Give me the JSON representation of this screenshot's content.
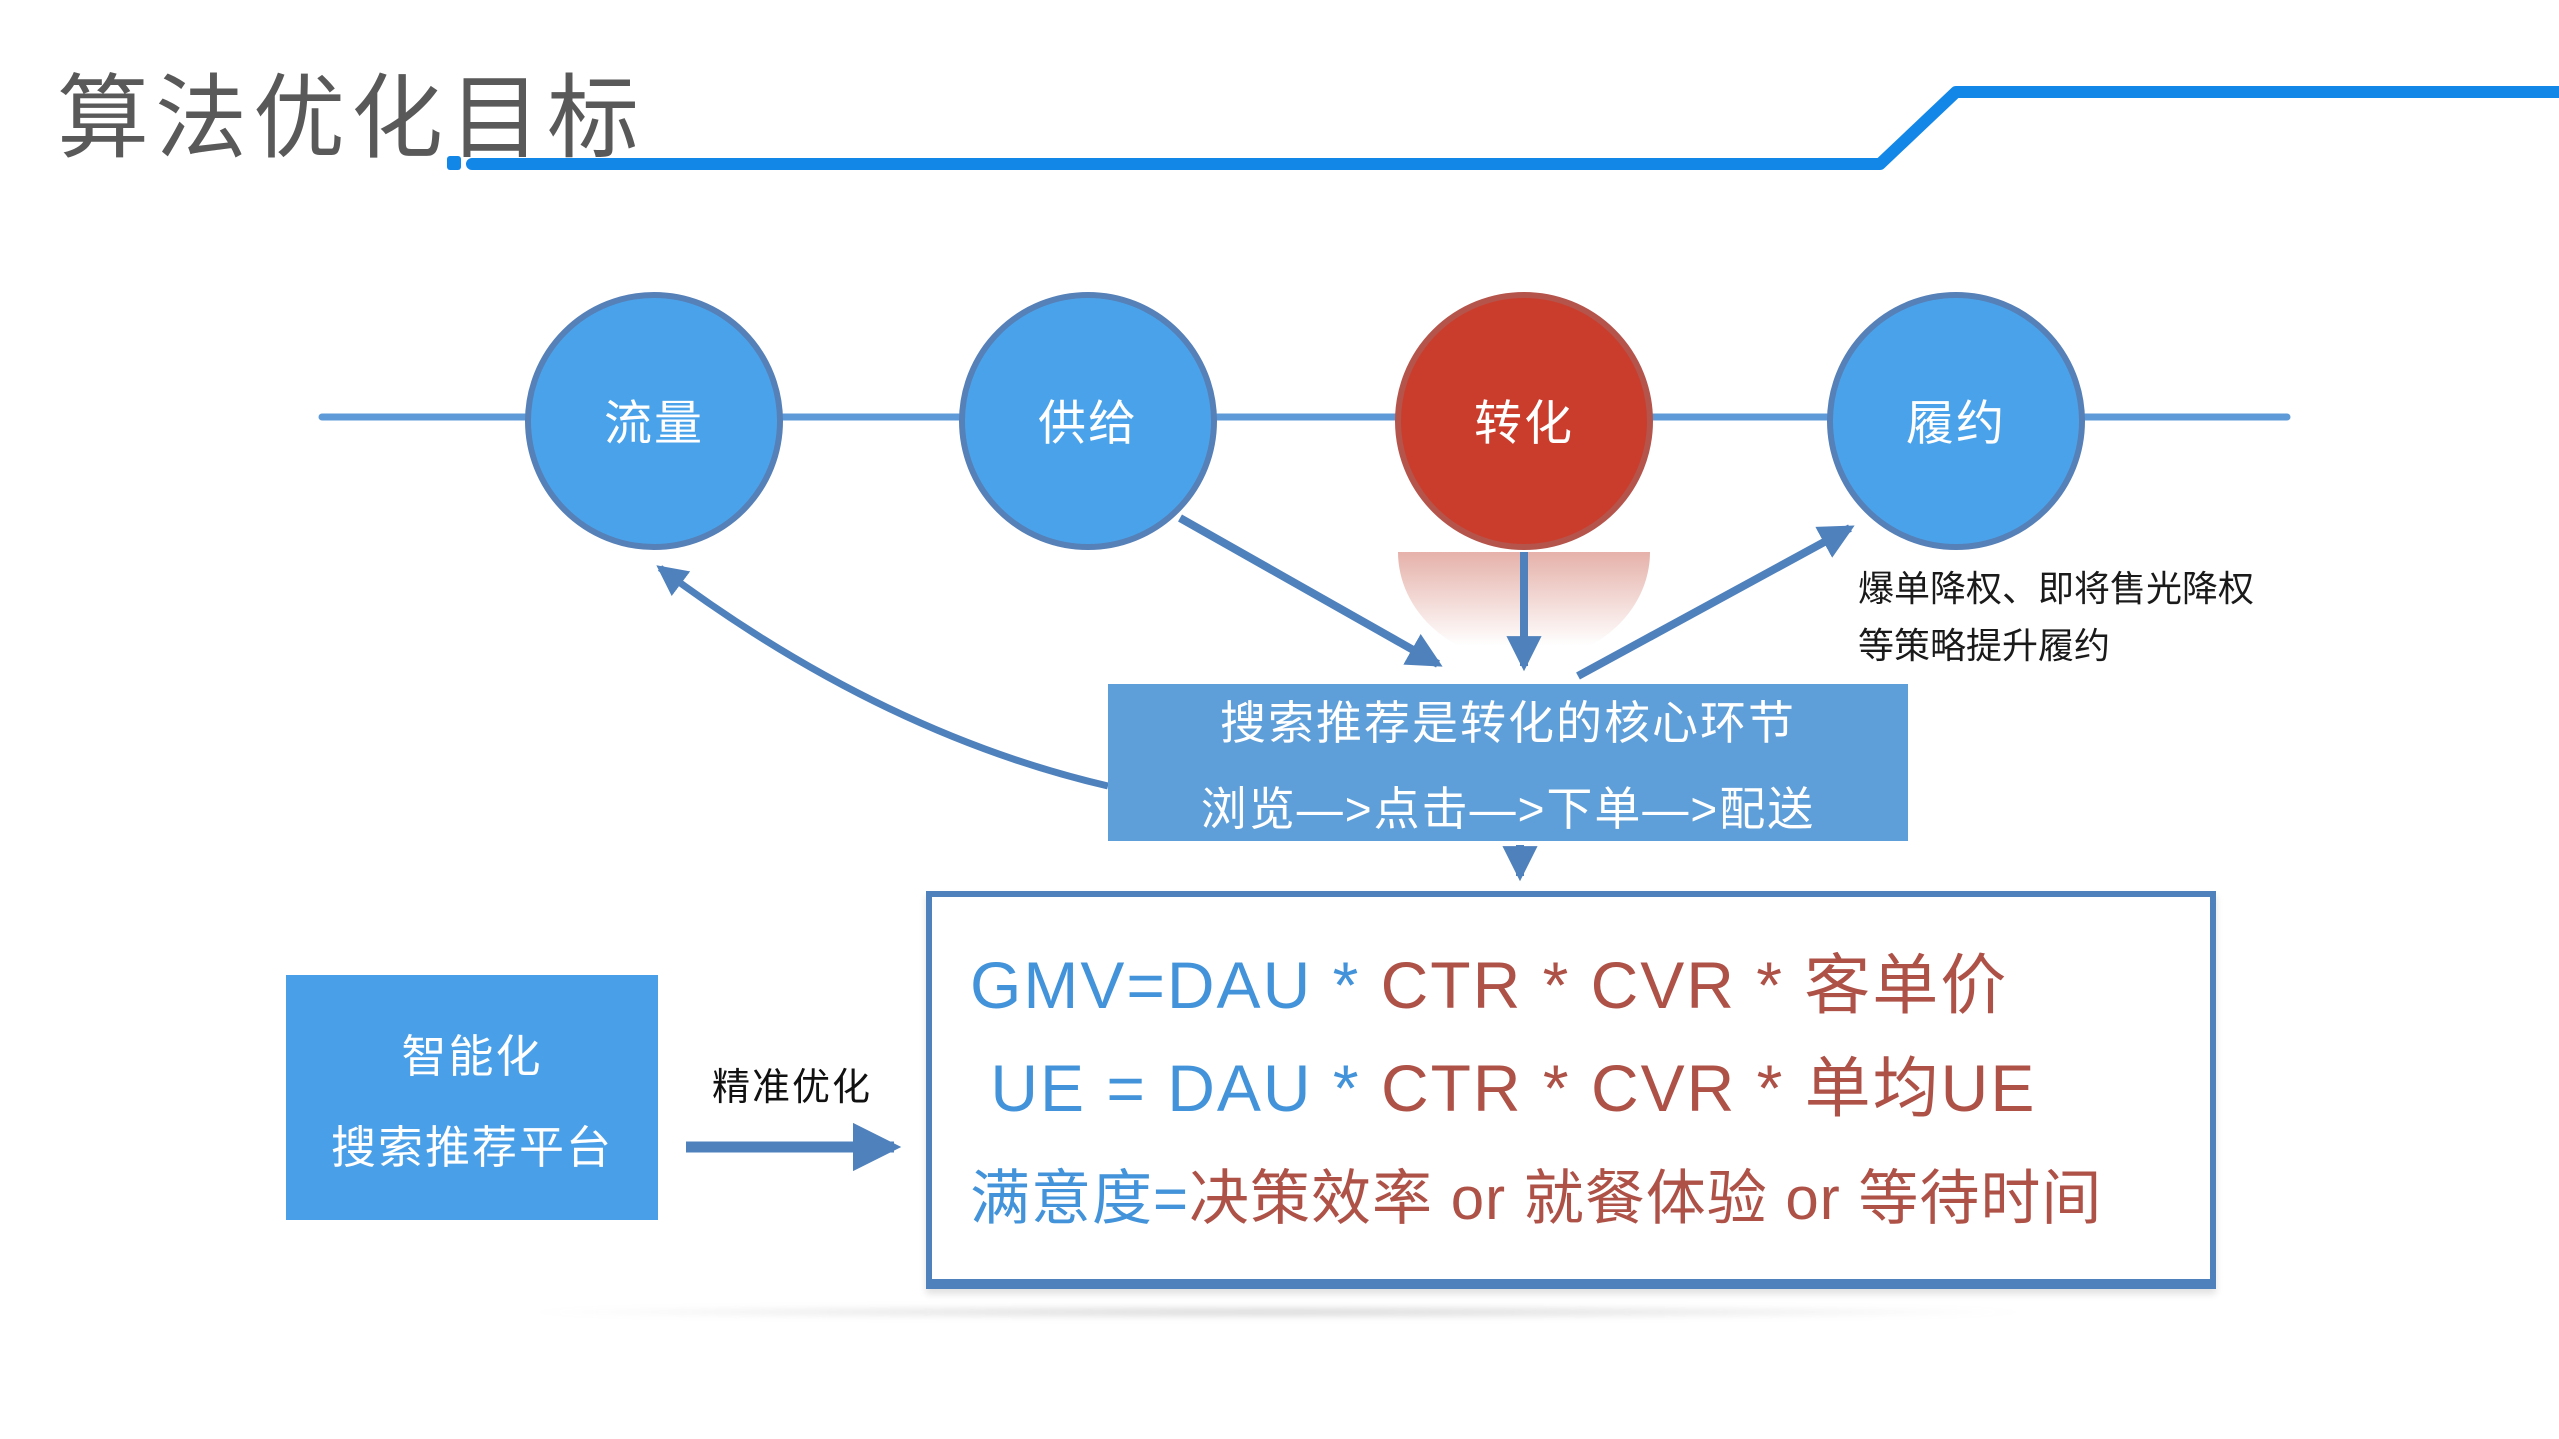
{
  "slide": {
    "title": "算法优化目标",
    "funnel": {
      "stages": [
        {
          "label": "流量",
          "type": "blue"
        },
        {
          "label": "供给",
          "type": "blue"
        },
        {
          "label": "转化",
          "type": "red"
        },
        {
          "label": "履约",
          "type": "blue"
        }
      ]
    },
    "core_box": {
      "line1": "搜索推荐是转化的核心环节",
      "line2": "浏览—>点击—>下单—>配送"
    },
    "annotation": {
      "line1": "爆单降权、即将售光降权",
      "line2": "等策略提升履约"
    },
    "platform_box": {
      "line1": "智能化",
      "line2": "搜索推荐平台"
    },
    "arrow_label": "精准优化",
    "formulas": [
      {
        "blue": "GMV=DAU * ",
        "red": "CTR * CVR * 客单价"
      },
      {
        "blue": " UE = DAU * ",
        "red": "CTR * CVR * 单均UE"
      },
      {
        "blue": "满意度=",
        "red": "决策效率 or 就餐体验 or 等待时间"
      }
    ],
    "colors": {
      "title_text": "#595959",
      "title_underline": "#1287e8",
      "stage_blue_fill": "#4aa3ea",
      "stage_blue_border": "#5680b8",
      "stage_red_fill": "#ca3d2d",
      "stage_red_border": "#b5544b",
      "connector_line": "#5e9ad8",
      "arrow": "#4f81bd",
      "core_box_fill": "#5e9fd9",
      "platform_box_fill": "#4aa0e8",
      "formula_blue": "#4293d9",
      "formula_red": "#ae5147"
    }
  }
}
